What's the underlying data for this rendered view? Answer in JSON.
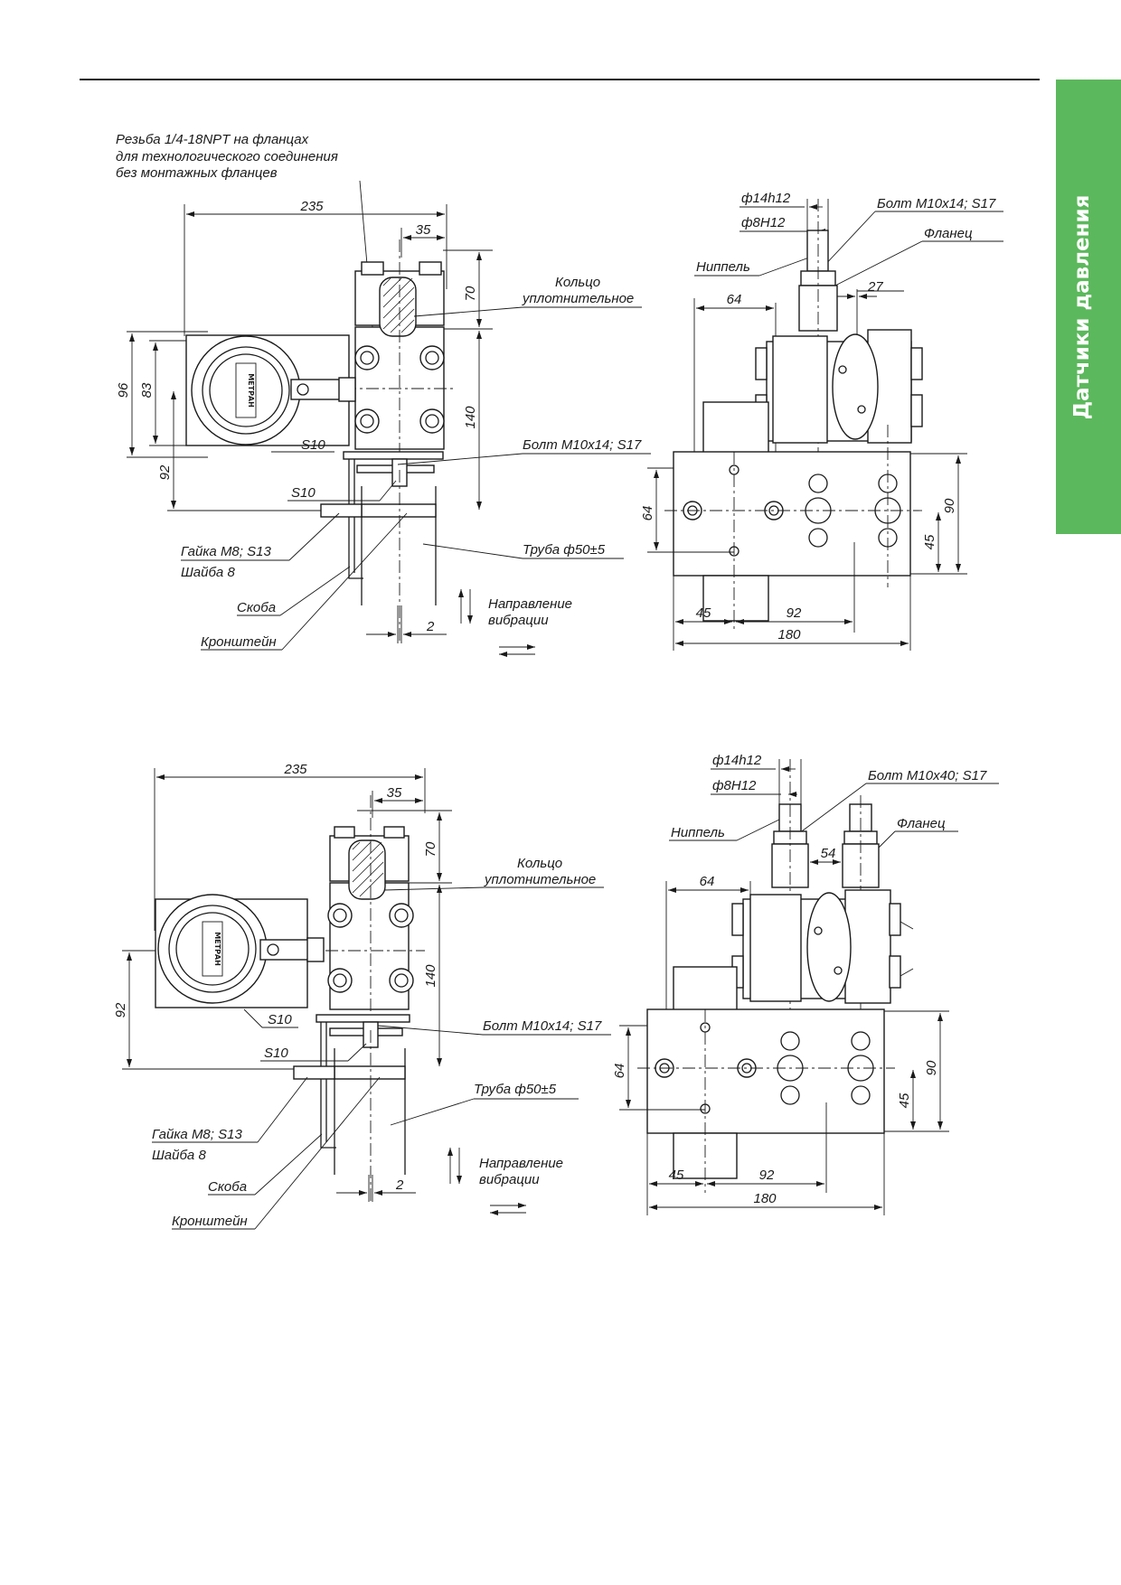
{
  "side_tab": {
    "label": "Датчики давления",
    "color": "#5cb85c"
  },
  "logo_text": "МЕТРАН",
  "diagram_top": {
    "thread_note": [
      "Резьба 1/4-18NPT на фланцах",
      "для технологического соединения",
      "без монтажных фланцев"
    ],
    "dims_front": [
      "235",
      "35",
      "70",
      "96",
      "83",
      "140",
      "92",
      "2"
    ],
    "labels_front": {
      "ring": [
        "Кольцо",
        "уплотнительное"
      ],
      "s10_a": "S10",
      "bolt": "Болт М10х14; S17",
      "s10_b": "S10",
      "nut": "Гайка М8; S13",
      "washer": "Шайба 8",
      "pipe": "Труба ф50±5",
      "bracket_clamp": "Скоба",
      "bracket": "Кронштейн",
      "vibration": [
        "Направление",
        "вибрации"
      ]
    },
    "dims_side": [
      "ф14h12",
      "ф8H12",
      "64",
      "27",
      "64",
      "90",
      "45",
      "45",
      "92",
      "180"
    ],
    "labels_side": {
      "bolt": "Болт М10х14; S17",
      "flange": "Фланец",
      "nipple": "Ниппель"
    }
  },
  "diagram_bottom": {
    "dims_front": [
      "235",
      "35",
      "70",
      "140",
      "92",
      "2"
    ],
    "labels_front": {
      "ring": [
        "Кольцо",
        "уплотнительное"
      ],
      "s10_a": "S10",
      "bolt": "Болт М10х14; S17",
      "s10_b": "S10",
      "nut": "Гайка М8; S13",
      "washer": "Шайба 8",
      "pipe": "Труба ф50±5",
      "bracket_clamp": "Скоба",
      "bracket": "Кронштейн",
      "vibration": [
        "Направление",
        "вибрации"
      ]
    },
    "dims_side": [
      "ф14h12",
      "ф8H12",
      "54",
      "64",
      "64",
      "90",
      "45",
      "45",
      "92",
      "180"
    ],
    "labels_side": {
      "bolt": "Болт М10х40; S17",
      "flange": "Фланец",
      "nipple": "Ниппель"
    }
  }
}
